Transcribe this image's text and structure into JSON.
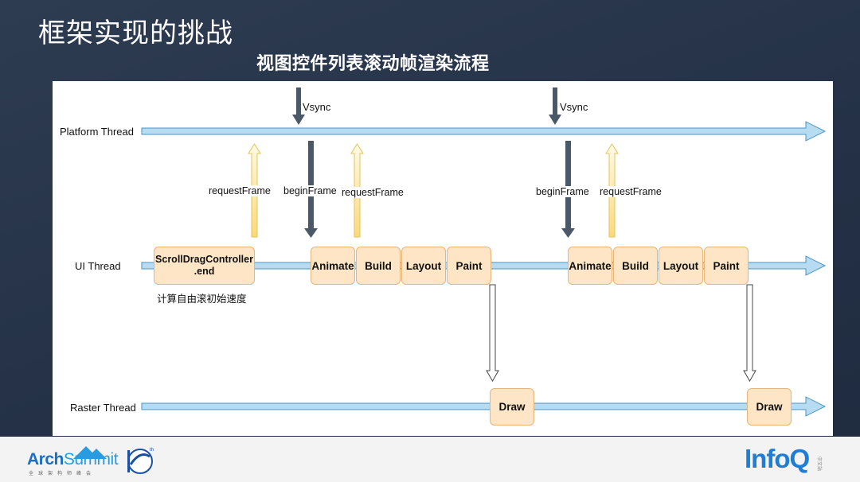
{
  "slide": {
    "title": "框架实现的挑战",
    "subtitle": "视图控件列表滚动帧渲染流程"
  },
  "threads": {
    "platform": "Platform Thread",
    "ui": "UI Thread",
    "raster": "Raster Thread"
  },
  "signals": {
    "vsync_1": "Vsync",
    "vsync_2": "Vsync",
    "request_frame_1": "requestFrame",
    "begin_frame_1": "beginFrame",
    "request_frame_2": "requestFrame",
    "begin_frame_2": "beginFrame",
    "request_frame_3": "requestFrame"
  },
  "boxes": {
    "scroll_drag_line1": "ScrollDragController",
    "scroll_drag_line2": ".end",
    "scroll_note": "计算自由滚初始速度",
    "frame1": [
      "Animate",
      "Build",
      "Layout",
      "Paint"
    ],
    "frame2": [
      "Animate",
      "Build",
      "Layout",
      "Paint"
    ],
    "draw_1": "Draw",
    "draw_2": "Draw"
  },
  "footer": {
    "arch_logo_a": "Arch",
    "arch_logo_b": "Summit",
    "arch_sub": "全球架构师峰会",
    "badge": "th",
    "infoq": "InfoQ",
    "infoq_sub": "中文站"
  },
  "colors": {
    "timeline_fill": "#b7dcf2",
    "timeline_stroke": "#4a94c4",
    "dark_arrow": "#4a5868",
    "request_fill": "#fce7a3",
    "request_stroke": "#e6c35a",
    "box_fill": "#fde5c6",
    "box_stroke": "#e6b57c"
  }
}
